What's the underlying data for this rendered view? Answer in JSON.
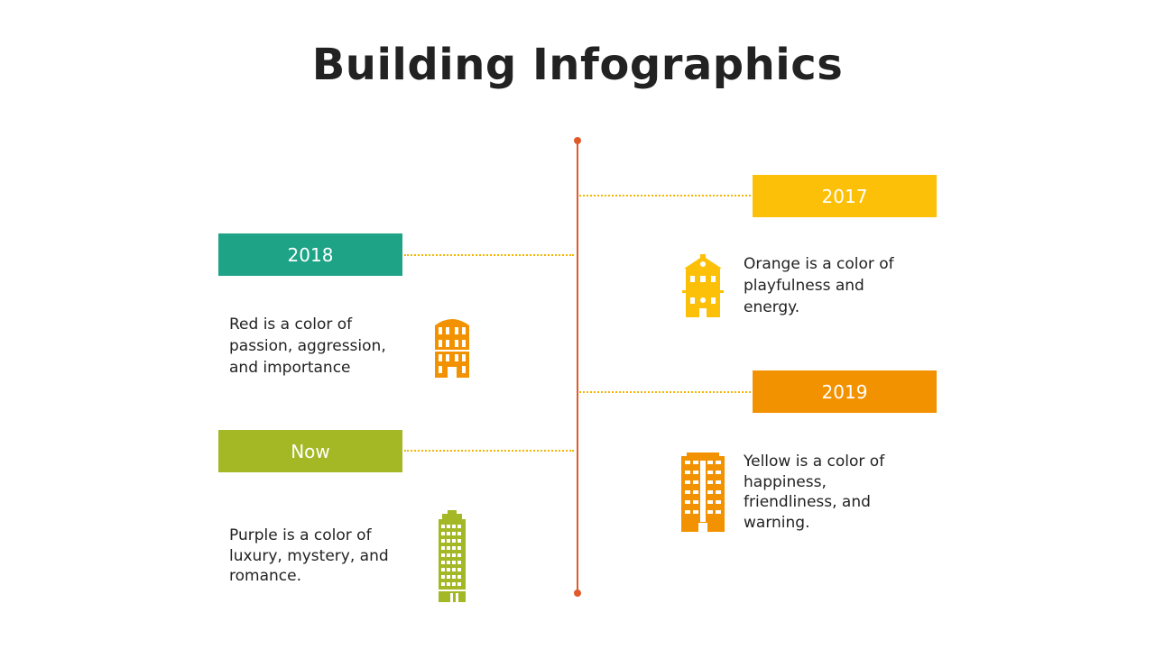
{
  "title": "Building Infographics",
  "colors": {
    "timeline": "#e05a2a",
    "dotted": "#f5b400",
    "teal": "#1fa386",
    "gold": "#fdc009",
    "orange": "#f39200",
    "olive": "#a4b725",
    "text": "#222222"
  },
  "items": [
    {
      "label": "2017",
      "text": "Orange is a color of playfulness and energy.",
      "color": "#fdc009",
      "icon": "house-building-icon"
    },
    {
      "label": "2018",
      "text": "Red is a color of passion, aggression, and importance",
      "color": "#1fa386",
      "icon": "arched-building-icon"
    },
    {
      "label": "2019",
      "text": "Yellow is a color of happiness, friendliness, and warning.",
      "color": "#f39200",
      "icon": "apartment-building-icon"
    },
    {
      "label": "Now",
      "text": "Purple is a color of luxury, mystery, and romance.",
      "color": "#a4b725",
      "icon": "skyscraper-icon"
    }
  ]
}
